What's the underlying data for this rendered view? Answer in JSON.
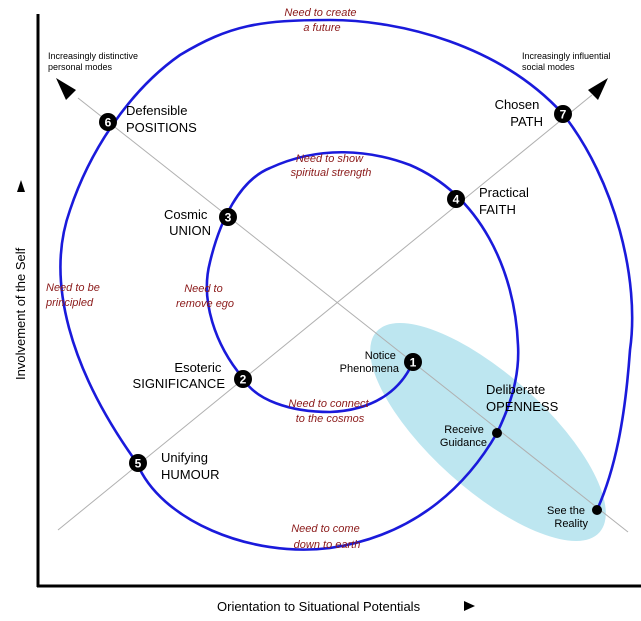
{
  "axes": {
    "x_label": "Orientation to Situational Potentials",
    "y_label": "Involvement of the Self"
  },
  "corner_labels": {
    "left": [
      "Increasingly distinctive",
      "personal modes"
    ],
    "right": [
      "Increasingly influential",
      "social modes"
    ]
  },
  "nodes": [
    {
      "num": "1",
      "lines": [
        "Notice",
        "Phenomena"
      ]
    },
    {
      "num": "2",
      "lines": [
        "Esoteric",
        "SIGNIFICANCE"
      ]
    },
    {
      "num": "3",
      "lines": [
        "Cosmic",
        "UNION"
      ]
    },
    {
      "num": "4",
      "lines": [
        "Practical",
        "FAITH"
      ]
    },
    {
      "num": "5",
      "lines": [
        "Unifying",
        "HUMOUR"
      ]
    },
    {
      "num": "6",
      "lines": [
        "Defensible",
        "POSITIONS"
      ]
    },
    {
      "num": "7",
      "lines": [
        "Chosen",
        "PATH"
      ]
    }
  ],
  "points": [
    {
      "lines": [
        "Receive",
        "Guidance"
      ]
    },
    {
      "lines": [
        "See the",
        "Reality"
      ]
    }
  ],
  "ellipse_label": [
    "Deliberate",
    "OPENNESS"
  ],
  "needs": [
    [
      "Need to create",
      "a future"
    ],
    [
      "Need to show",
      "spiritual strength"
    ],
    [
      "Need to be",
      "principled"
    ],
    [
      "Need to",
      "remove ego"
    ],
    [
      "Need to connect",
      "to the cosmos"
    ],
    [
      "Need to come",
      "down to earth"
    ]
  ],
  "colors": {
    "spiral": "#1a1adb",
    "ellipse": "#bde6f0",
    "need_text": "#8b1a1a",
    "axis": "#000000",
    "diagonal": "#b0b0b0"
  }
}
